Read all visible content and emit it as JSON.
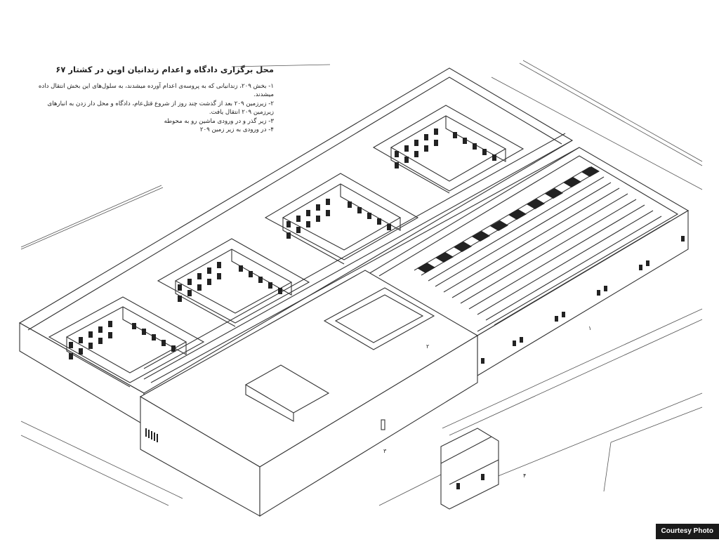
{
  "caption": {
    "title": "محل برگزاری دادگاه و اعدام زندانیان اوین در کشتار ۶۷",
    "items": [
      "۱- بخش ۲۰۹، زندانیانی که به پروسه‌ی اعدام آورده میشدند، به سلول‌های این بخش انتقال داده میشدند.",
      "۲- زیرزمین ۲۰۹ بعد از گذشت چند روز از شروع قتل‌عام، دادگاه و محل دار زدن به انبارهای زیرزمین ۲۰۹ انتقال یافت.",
      "۳- زیر گذر و در ورودی ماشین رو به محوطه",
      "۴- در ورودی به زیر زمین ۲۰۹"
    ]
  },
  "markers": {
    "m1": "۱",
    "m2": "۲",
    "m3": "۳",
    "m4": "۴"
  },
  "credit": "Courtesy Photo"
}
